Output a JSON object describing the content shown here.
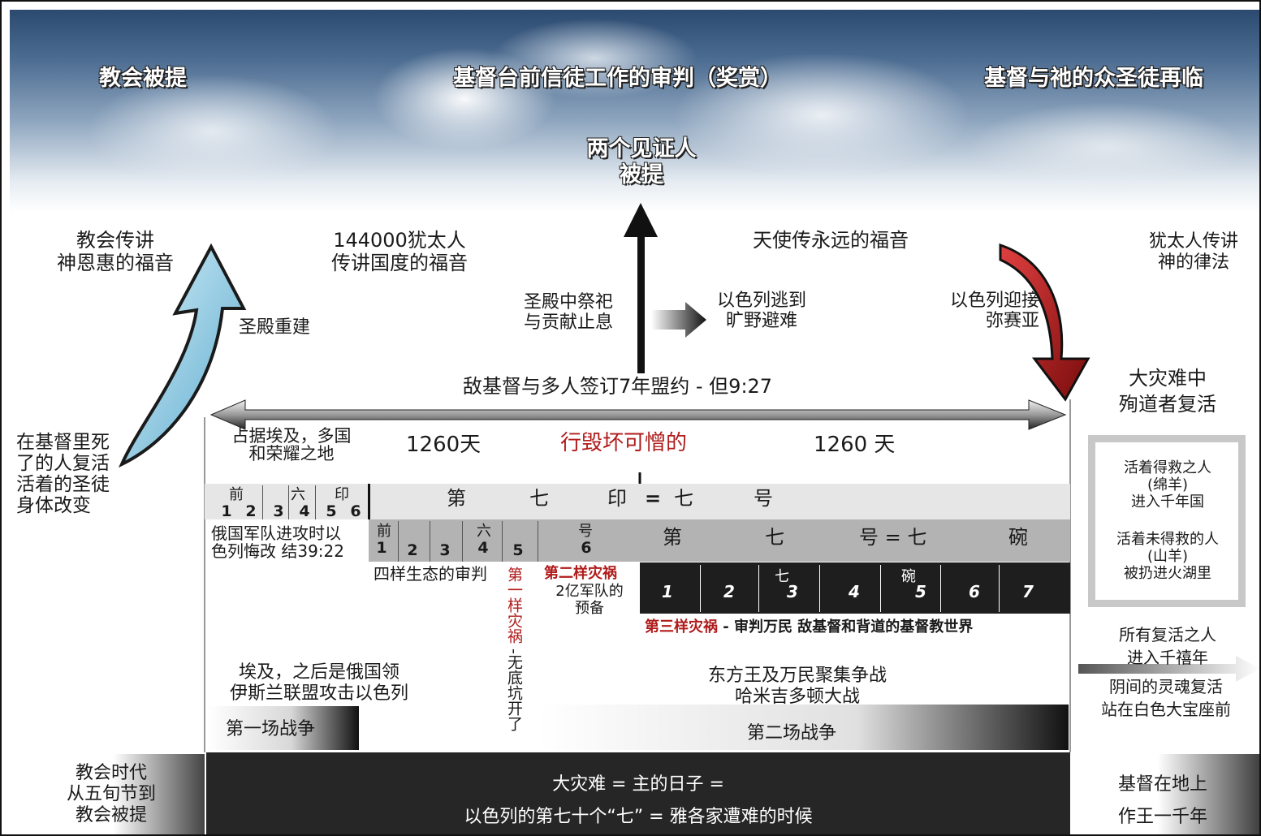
{
  "sky": {
    "left": "教会被提",
    "center": "基督台前信徒工作的审判（奖赏）",
    "right": "基督与祂的众圣徒再临",
    "witnesses": [
      "两个见证人",
      "被提"
    ]
  },
  "gospel": {
    "church": [
      "教会传讲",
      "神恩惠的福音"
    ],
    "jews144": [
      "144000犹太人",
      "传讲国度的福音"
    ],
    "angel": "天使传永远的福音",
    "law": [
      "犹太人传讲",
      "神的律法"
    ]
  },
  "events": {
    "temple_rebuilt": "圣殿重建",
    "sacrifice": [
      "圣殿中祭祀",
      "与贡献止息"
    ],
    "flee": [
      "以色列逃到",
      "旷野避难"
    ],
    "welcome": [
      "以色列迎接",
      "弥赛亚"
    ],
    "martyrs": [
      "大灾难中",
      "殉道者复活"
    ],
    "covenant": "敌基督与多人签订7年盟约 - 但9:27",
    "occupy": [
      "占据埃及，多国",
      "和荣耀之地"
    ],
    "days_left": "1260天",
    "abomination": "行毁坏可憎的",
    "days_right": "1260 天",
    "dead_in_christ": [
      "在基督里死",
      "了的人复活",
      "活着的圣徒",
      "身体改变"
    ]
  },
  "seals": {
    "band_title_before": "前",
    "band_title_six": "六",
    "band_title_seal": "印",
    "nums": [
      "1",
      "2",
      "3",
      "4",
      "5",
      "6"
    ],
    "seventh_label": [
      "第",
      "七",
      "印"
    ],
    "eq_label": [
      "=",
      "七",
      "号"
    ]
  },
  "trumpets": {
    "before": "前",
    "six": "六",
    "hao": "号",
    "nums": [
      "1",
      "2",
      "3",
      "4",
      "5",
      "6"
    ],
    "seventh_label": [
      "第",
      "七",
      "号 = 七",
      "碗"
    ]
  },
  "bowls": {
    "qi": "七",
    "wan": "碗",
    "nums": [
      "1",
      "2",
      "3",
      "4",
      "5",
      "6",
      "7"
    ]
  },
  "woes": {
    "russia": [
      "俄国军队进攻时以",
      "色列悔改  结39:22"
    ],
    "four_creatures": "四样生态的审判",
    "first_woe_red": "第一样灾祸",
    "first_woe_black": " -无底坑开了",
    "second_woe": "第二样灾祸",
    "second_army": [
      "2亿军队的",
      "预备"
    ],
    "third_woe_red": "第三样灾祸",
    "third_woe_black": " - 审判万民 敌基督和背道的基督教世界"
  },
  "wars": {
    "egypt": [
      "埃及，之后是俄国领",
      "伊斯兰联盟攻击以色列"
    ],
    "first": "第一场战争",
    "east": [
      "东方王及万民聚集争战",
      "哈米吉多顿大战"
    ],
    "second": "第二场战争"
  },
  "millennium": {
    "sheep": [
      "活着得救之人",
      "(绵羊)",
      "进入千年国"
    ],
    "goats": [
      "活着未得救的人",
      "(山羊)",
      "被扔进火湖里"
    ],
    "resurrected": [
      "所有复活之人",
      "进入千禧年"
    ],
    "hades": [
      "阴间的灵魂复活",
      "站在白色大宝座前"
    ]
  },
  "bottom": {
    "church_age": [
      "教会时代",
      "从五旬节到",
      "教会被提"
    ],
    "tribulation": [
      "大灾难 = 主的日子 =",
      "以色列的第七十个“七” = 雅各家遭难的时候"
    ],
    "reign": [
      "基督在地上",
      "作王一千年"
    ]
  },
  "colors": {
    "rapture_arrow": "#8fd0e8",
    "return_arrow": "#b01b1b",
    "red_text": "#b01b1b",
    "dark_band": "#1e1e1e"
  }
}
